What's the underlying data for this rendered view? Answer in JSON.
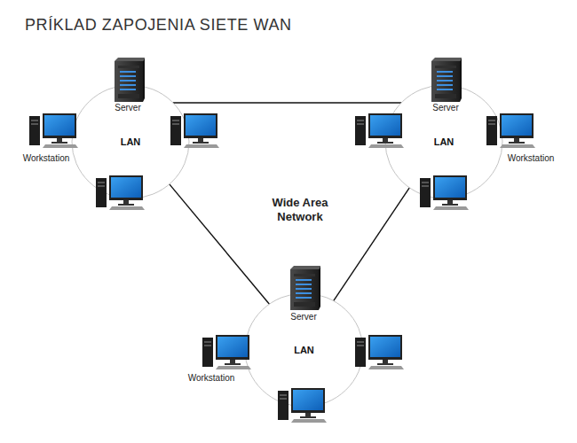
{
  "diagram": {
    "title": "PRÍKLAD ZAPOJENIA SIETE WAN",
    "nodes": [
      {
        "text": [
          "LAN"
        ]
      },
      {
        "text": [
          "LAN"
        ]
      },
      {
        "text": [
          "LAN"
        ]
      }
    ],
    "edges": [
      {
        "from": 0,
        "to": 1,
        "arrow": "none"
      },
      {
        "from": 0,
        "to": 2,
        "arrow": "none"
      },
      {
        "from": 1,
        "to": 2,
        "arrow": "none"
      }
    ],
    "labels": [
      "Server",
      "Server",
      "Workstation",
      "Workstation",
      "Wide Area Network",
      "Server",
      "Workstation"
    ]
  }
}
